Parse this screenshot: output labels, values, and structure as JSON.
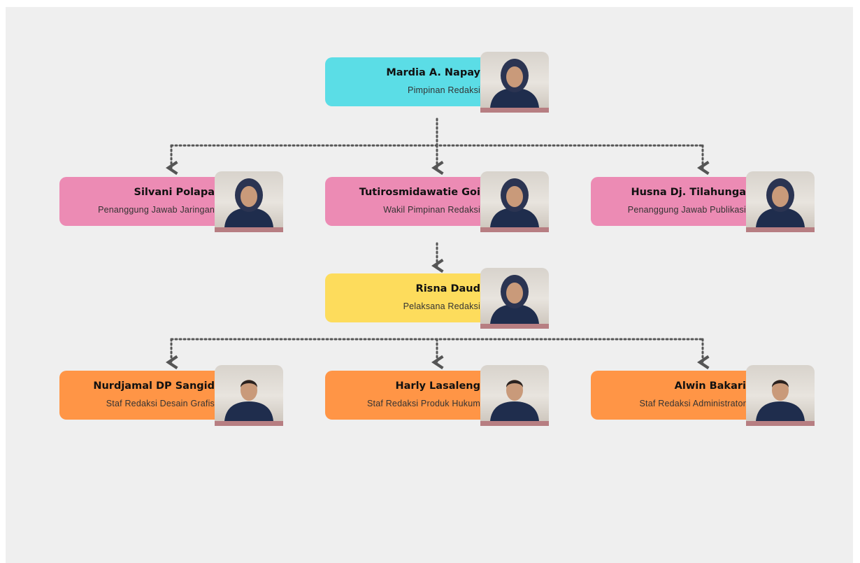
{
  "org_chart": {
    "colors": {
      "head": "#5bdde6",
      "second_level": "#ec8bb4",
      "executive": "#fddc5c",
      "staff": "#ff9546",
      "photo_bar": "#b77e82",
      "connector": "#555555"
    },
    "nodes": [
      {
        "name": "Mardia A. Napay",
        "role": "Pimpinan Redaksi",
        "color": "#5bdde6"
      },
      {
        "name": "Silvani Polapa",
        "role": "Penanggung Jawab Jaringan",
        "color": "#ec8bb4"
      },
      {
        "name": "Tutirosmidawatie Goi",
        "role": "Wakil Pimpinan Redaksi",
        "color": "#ec8bb4"
      },
      {
        "name": "Husna Dj. Tilahunga",
        "role": "Penanggung Jawab Publikasi",
        "color": "#ec8bb4"
      },
      {
        "name": "Risna Daud",
        "role": "Pelaksana Redaksi",
        "color": "#fddc5c"
      },
      {
        "name": "Nurdjamal DP Sangid",
        "role": "Staf Redaksi Desain Grafis",
        "color": "#ff9546"
      },
      {
        "name": "Harly Lasaleng",
        "role": "Staf Redaksi Produk Hukum",
        "color": "#ff9546"
      },
      {
        "name": "Alwin Bakari",
        "role": "Staf Redaksi Administrator",
        "color": "#ff9546"
      }
    ]
  }
}
